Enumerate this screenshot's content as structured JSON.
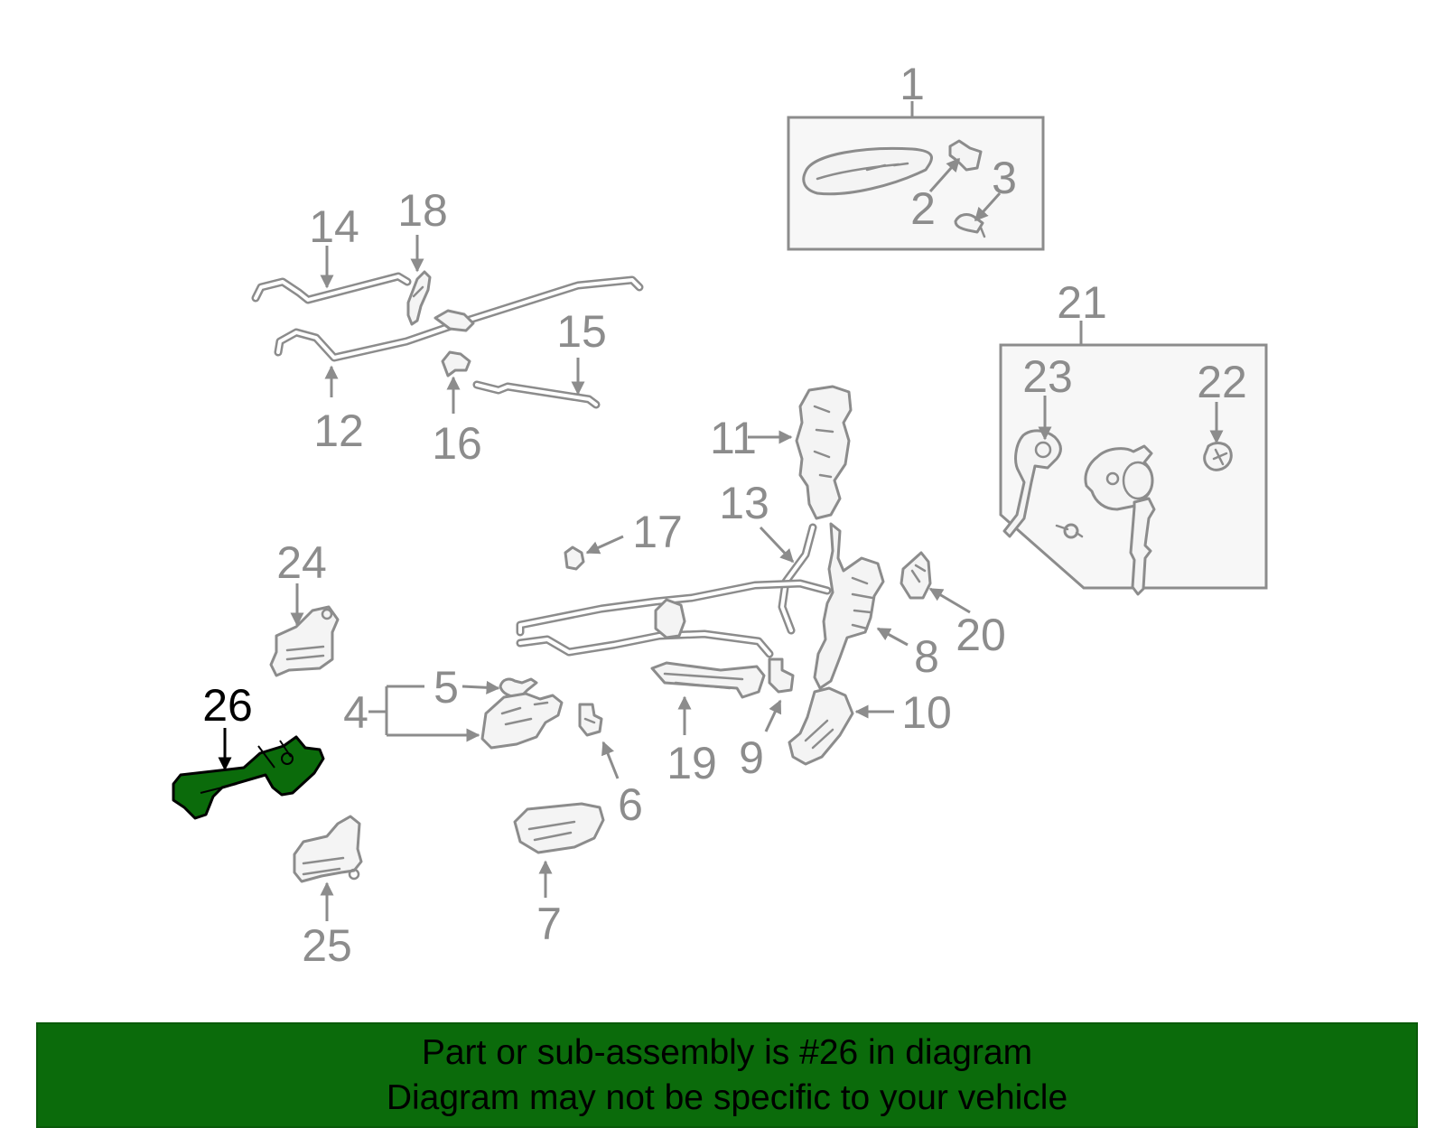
{
  "diagram": {
    "highlight_color": "#0b6b0b",
    "label_color": "#8c8c8c",
    "highlighted_callout": "26",
    "callouts": [
      "1",
      "2",
      "3",
      "4",
      "5",
      "6",
      "7",
      "8",
      "9",
      "10",
      "11",
      "12",
      "13",
      "14",
      "15",
      "16",
      "17",
      "18",
      "19",
      "20",
      "21",
      "22",
      "23",
      "24",
      "25",
      "26"
    ]
  },
  "banner": {
    "line1": "Part or sub-assembly is #26 in diagram",
    "line2": "Diagram may not be specific to your vehicle",
    "background": "#0b6b0b"
  }
}
